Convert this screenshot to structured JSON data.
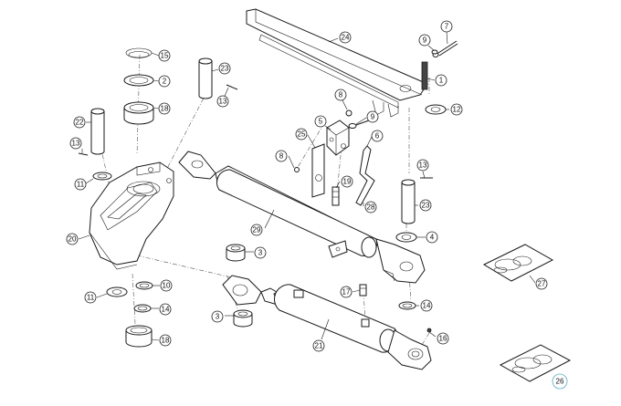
{
  "callouts": [
    {
      "id": "c15a",
      "label": "15"
    },
    {
      "id": "c2",
      "label": "2"
    },
    {
      "id": "c18a",
      "label": "18"
    },
    {
      "id": "c22",
      "label": "22"
    },
    {
      "id": "c13a",
      "label": "13"
    },
    {
      "id": "c11a",
      "label": "11"
    },
    {
      "id": "c20",
      "label": "20"
    },
    {
      "id": "c23a",
      "label": "23"
    },
    {
      "id": "c13b",
      "label": "13"
    },
    {
      "id": "c24",
      "label": "24"
    },
    {
      "id": "c7",
      "label": "7"
    },
    {
      "id": "c9a",
      "label": "9"
    },
    {
      "id": "c1",
      "label": "1"
    },
    {
      "id": "c12",
      "label": "12"
    },
    {
      "id": "c8a",
      "label": "8"
    },
    {
      "id": "c9b",
      "label": "9"
    },
    {
      "id": "c5",
      "label": "5"
    },
    {
      "id": "c25",
      "label": "25"
    },
    {
      "id": "c6",
      "label": "6"
    },
    {
      "id": "c8b",
      "label": "8"
    },
    {
      "id": "c19",
      "label": "19"
    },
    {
      "id": "c28",
      "label": "28"
    },
    {
      "id": "c13c",
      "label": "13"
    },
    {
      "id": "c23b",
      "label": "23"
    },
    {
      "id": "c29",
      "label": "29"
    },
    {
      "id": "c4",
      "label": "4"
    },
    {
      "id": "c3a",
      "label": "3"
    },
    {
      "id": "c27",
      "label": "27"
    },
    {
      "id": "c11b",
      "label": "11"
    },
    {
      "id": "c10",
      "label": "10"
    },
    {
      "id": "c14a",
      "label": "14"
    },
    {
      "id": "c3b",
      "label": "3"
    },
    {
      "id": "c18b",
      "label": "18"
    },
    {
      "id": "c17",
      "label": "17"
    },
    {
      "id": "c14b",
      "label": "14"
    },
    {
      "id": "c16",
      "label": "16"
    },
    {
      "id": "c21",
      "label": "21"
    },
    {
      "id": "c26",
      "label": "26"
    }
  ],
  "colors": {
    "line": "#1a1a1a",
    "highlight_badge": "#7fc6d6"
  }
}
